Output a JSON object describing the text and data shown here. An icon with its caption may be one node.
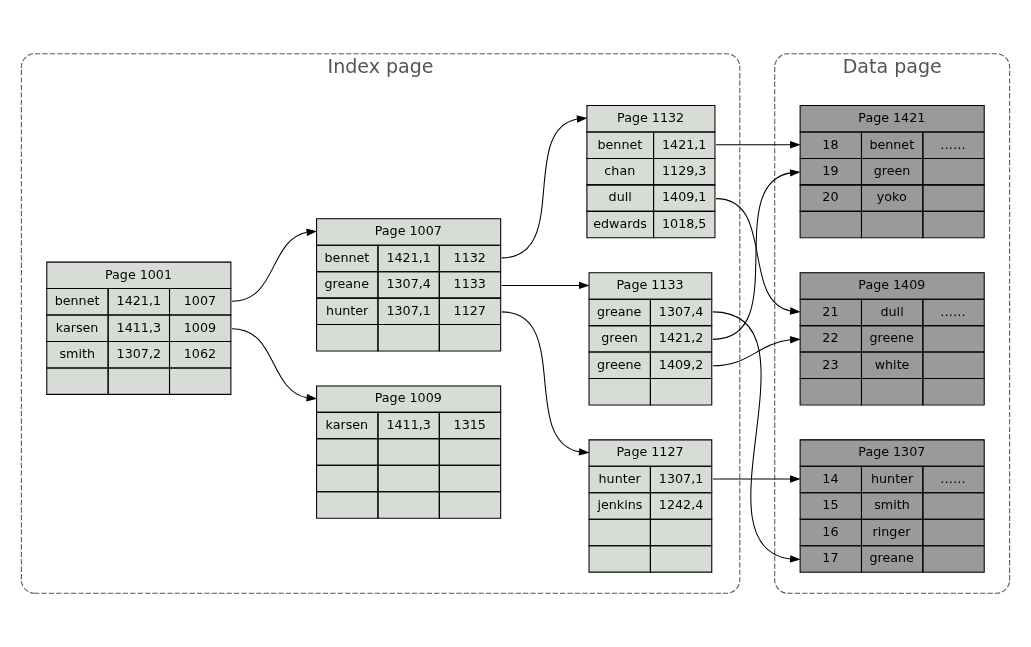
{
  "diagram": {
    "nodes": [
      {
        "text": [
          "Index page"
        ]
      },
      {
        "text": [
          "Page 1001",
          "bennet",
          "1421,1",
          "1007",
          "karsen",
          "1411,3",
          "1009",
          "smith",
          "1307,2",
          "1062"
        ],
        "in": 0
      },
      {
        "text": [
          "Page 1007",
          "bennet",
          "1421,1",
          "1132",
          "greane",
          "1307,4",
          "1133",
          "hunter",
          "1307,1",
          "1127"
        ],
        "in": 0
      },
      {
        "text": [
          "Page 1009",
          "karsen",
          "1411,3",
          "1315"
        ],
        "in": 0
      },
      {
        "text": [
          "Page 1132",
          "bennet",
          "1421,1",
          "chan",
          "1129,3",
          "dull",
          "1409,1",
          "edwards",
          "1018,5"
        ],
        "in": 0
      },
      {
        "text": [
          "Page 1133",
          "greane",
          "1307,4",
          "green",
          "1421,2",
          "greene",
          "1409,2"
        ],
        "in": 0
      },
      {
        "text": [
          "Page 1127",
          "hunter",
          "1307,1",
          "jenkins",
          "1242,4"
        ],
        "in": 0
      },
      {
        "text": [
          "Data page"
        ]
      },
      {
        "text": [
          "Page 1307",
          "14",
          "hunter",
          "……",
          "15",
          "smith",
          "16",
          "ringer",
          "17",
          "greane"
        ],
        "in": 7
      },
      {
        "text": [
          "Page 1421",
          "18",
          "bennet",
          "……",
          "19",
          "green",
          "20",
          "yoko"
        ],
        "in": 7
      },
      {
        "text": [
          "Page 1409",
          "21",
          "dull",
          "……",
          "22",
          "greene",
          "23",
          "white"
        ],
        "in": 7
      }
    ],
    "edges": [
      {
        "from": 1,
        "to": 2,
        "arrow": "to"
      },
      {
        "from": 1,
        "to": 3,
        "arrow": "to"
      },
      {
        "from": 2,
        "to": 4,
        "arrow": "to"
      },
      {
        "from": 2,
        "to": 5,
        "arrow": "to"
      },
      {
        "from": 2,
        "to": 6,
        "arrow": "to"
      },
      {
        "from": 4,
        "to": 9,
        "arrow": "to"
      },
      {
        "from": 4,
        "to": 10,
        "arrow": "to"
      },
      {
        "from": 5,
        "to": 8,
        "arrow": "to"
      },
      {
        "from": 5,
        "to": 9,
        "arrow": "to"
      },
      {
        "from": 5,
        "to": 10,
        "arrow": "to"
      },
      {
        "from": 6,
        "to": 8,
        "arrow": "to"
      }
    ]
  }
}
